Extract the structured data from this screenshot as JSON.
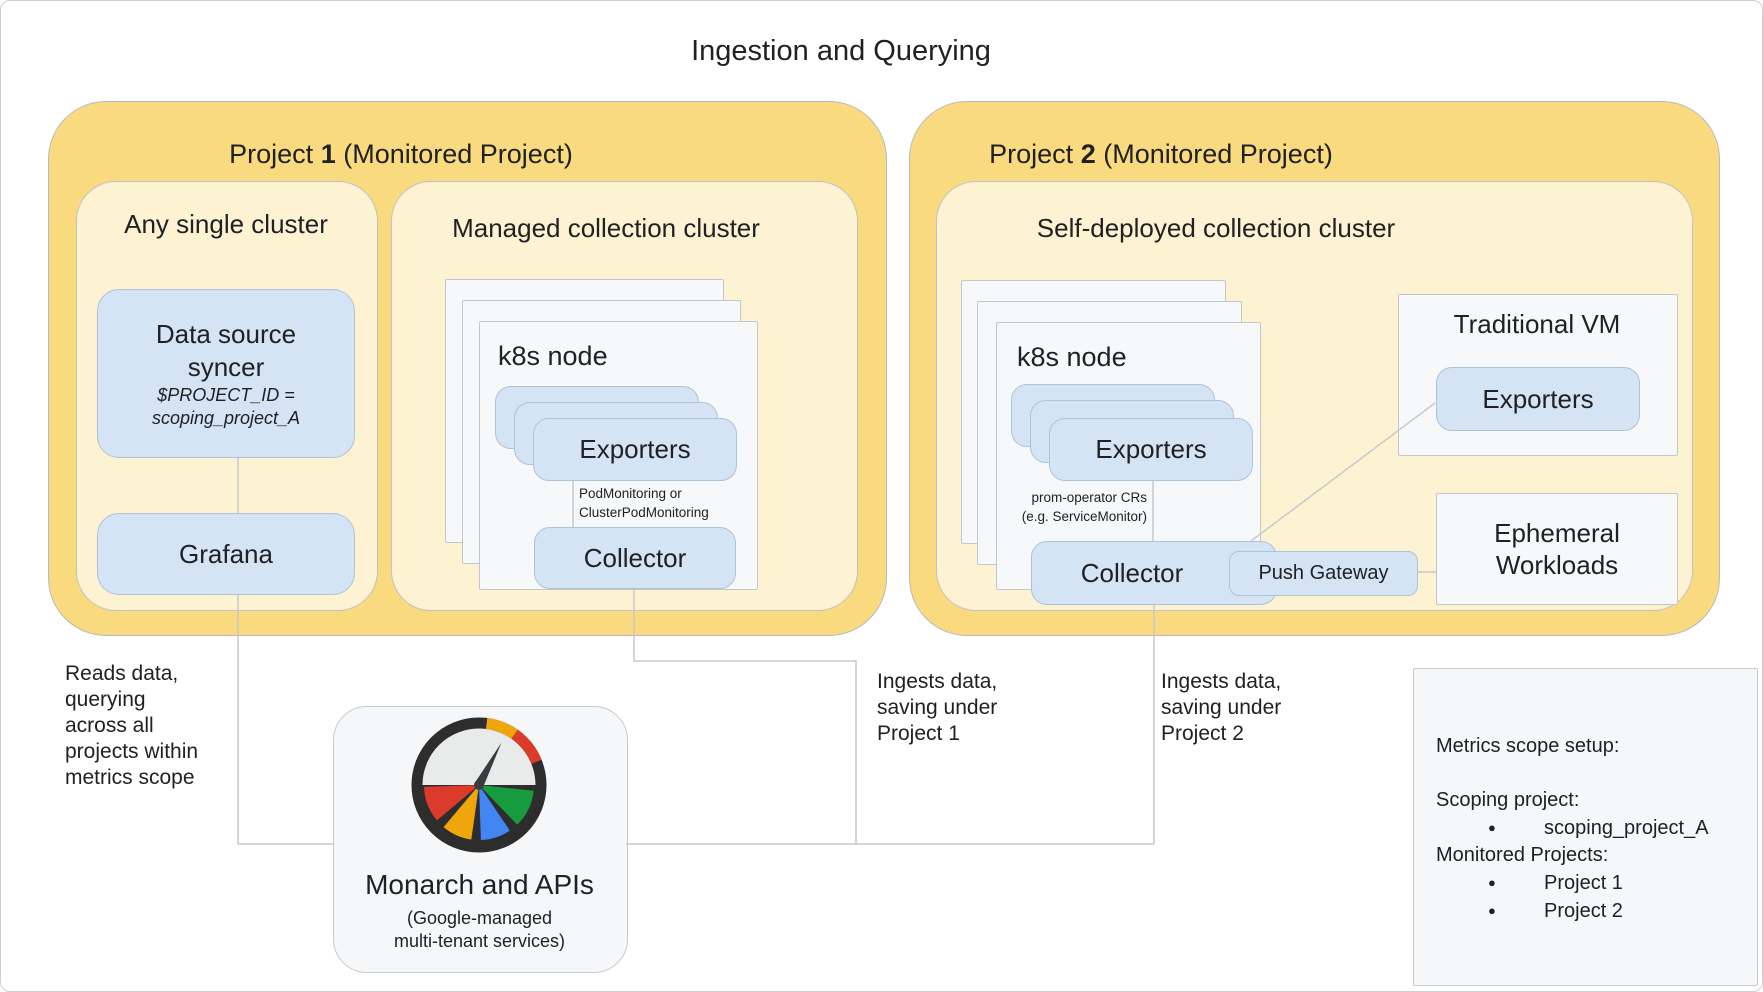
{
  "title": "Ingestion and Querying",
  "project1": {
    "prefix": "Project ",
    "number": "1",
    "suffix": " (Monitored Project)",
    "any_single_cluster": {
      "title": "Any single cluster",
      "data_source_syncer": {
        "line1": "Data source",
        "line2": "syncer",
        "param_line1": "$PROJECT_ID =",
        "param_line2": "scoping_project_A"
      },
      "grafana_label": "Grafana"
    },
    "managed_cluster": {
      "title": "Managed collection cluster",
      "node_label": "k8s node",
      "exporters_label": "Exporters",
      "note_line1": "PodMonitoring or",
      "note_line2": "ClusterPodMonitoring",
      "collector_label": "Collector"
    }
  },
  "project2": {
    "prefix": "Project ",
    "number": "2",
    "suffix": " (Monitored Project)",
    "self_deployed_cluster": {
      "title": "Self-deployed collection cluster",
      "node_label": "k8s node",
      "exporters_label": "Exporters",
      "note_line1": "prom-operator CRs",
      "note_line2": "(e.g. ServiceMonitor)",
      "collector_label": "Collector",
      "push_gateway_label": "Push Gateway"
    },
    "traditional_vm": {
      "title": "Traditional VM",
      "exporters_label": "Exporters"
    },
    "ephemeral_workloads": {
      "line1": "Ephemeral",
      "line2": "Workloads"
    }
  },
  "monarch": {
    "title": "Monarch and APIs",
    "subtitle_line1": "(Google-managed",
    "subtitle_line2": "multi-tenant services)"
  },
  "annotations": {
    "reads_data": {
      "lines": [
        "Reads data,",
        "querying",
        "across all",
        "projects within",
        "metrics scope"
      ]
    },
    "ingest_project1": {
      "lines": [
        "Ingests data,",
        "saving under",
        "Project 1"
      ]
    },
    "ingest_project2": {
      "lines": [
        "Ingests data,",
        "saving under",
        "Project 2"
      ]
    }
  },
  "metrics_scope_panel": {
    "title": "Metrics scope setup:",
    "scoping_label": "Scoping project:",
    "scoping_bullets": [
      "scoping_project_A"
    ],
    "monitored_label": "Monitored Projects:",
    "monitored_bullets": [
      "Project 1",
      "Project 2"
    ],
    "bullet_char": "●"
  },
  "colors": {
    "project_yellow": "#fada7e",
    "cluster_cream": "#fdf2d2",
    "component_blue": "#d4e4f4",
    "panel_gray": "#f6f8fa",
    "connector_gray": "#c6c9cc",
    "gauge_red": "#da3b2b",
    "gauge_yellow": "#efa50c",
    "gauge_blue": "#4285f4",
    "gauge_green": "#169c3e"
  }
}
